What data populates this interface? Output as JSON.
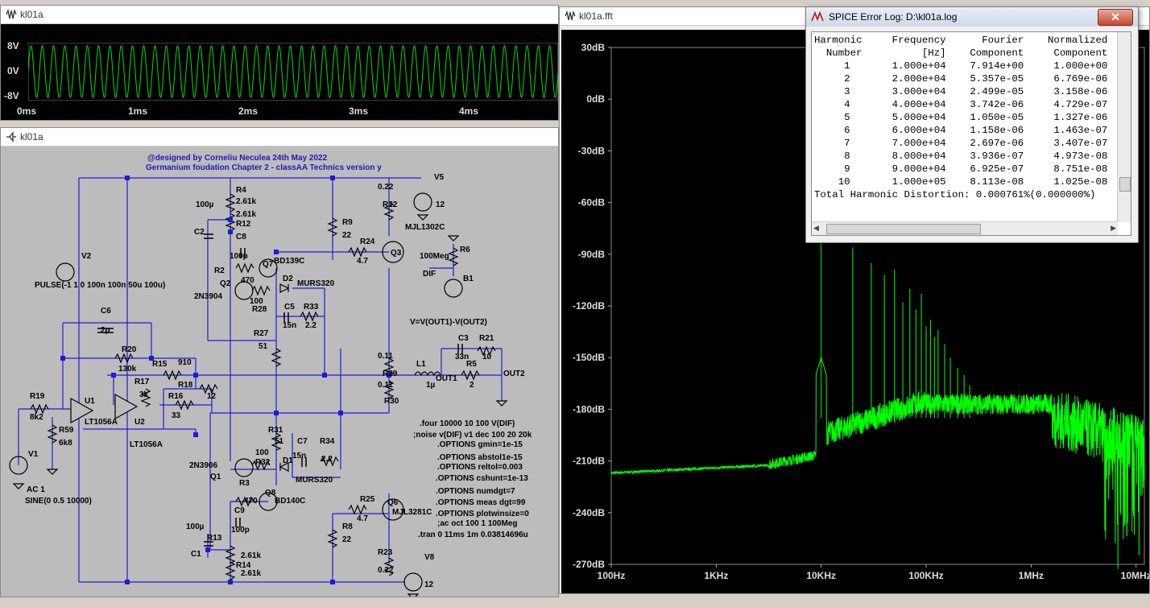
{
  "windows": {
    "wave": {
      "title": "kl01a"
    },
    "schematic": {
      "title": "kl01a"
    },
    "fft": {
      "title": "kl01a.fft"
    },
    "errlog": {
      "title": "SPICE Error Log: D:\\kl01a.log",
      "close": "✕"
    }
  },
  "wave": {
    "y_ticks": [
      "8V",
      "0V",
      "-8V"
    ],
    "x_ticks": [
      "0ms",
      "1ms",
      "2ms",
      "3ms",
      "4ms"
    ],
    "cycles": 47,
    "trace_color": "#00e000"
  },
  "fft": {
    "y_ticks": [
      "30dB",
      "0dB",
      "-30dB",
      "-60dB",
      "-90dB",
      "-120dB",
      "-150dB",
      "-180dB",
      "-210dB",
      "-240dB",
      "-270dB"
    ],
    "x_ticks": [
      "100Hz",
      "1KHz",
      "10KHz",
      "100KHz",
      "1MHz",
      "10MHz"
    ],
    "trace_color": "#00ff00"
  },
  "log": {
    "header1": [
      "Harmonic",
      "Frequency",
      "Fourier",
      "Normalized"
    ],
    "header2": [
      "Number",
      "[Hz]",
      "Component",
      "Component"
    ],
    "rows": [
      [
        "1",
        "1.000e+04",
        "7.914e+00",
        "1.000e+00"
      ],
      [
        "2",
        "2.000e+04",
        "5.357e-05",
        "6.769e-06"
      ],
      [
        "3",
        "3.000e+04",
        "2.499e-05",
        "3.158e-06"
      ],
      [
        "4",
        "4.000e+04",
        "3.742e-06",
        "4.729e-07"
      ],
      [
        "5",
        "5.000e+04",
        "1.050e-05",
        "1.327e-06"
      ],
      [
        "6",
        "6.000e+04",
        "1.158e-06",
        "1.463e-07"
      ],
      [
        "7",
        "7.000e+04",
        "2.697e-06",
        "3.407e-07"
      ],
      [
        "8",
        "8.000e+04",
        "3.936e-07",
        "4.973e-08"
      ],
      [
        "9",
        "9.000e+04",
        "6.925e-07",
        "8.751e-08"
      ],
      [
        "10",
        "1.000e+05",
        "8.113e-08",
        "1.025e-08"
      ]
    ],
    "thd": "Total Harmonic Distortion: 0.000761%(0.000000%)"
  },
  "schematic": {
    "credit1": "@designed by Corneliu Neculea 24th May 2022",
    "credit2": "Germanium foudation Chapter 2 - classAA Technics version y",
    "directives": [
      ".four 10000 10 100 V(DIF)",
      ";noise v(DIF) v1 dec 100 20 20k",
      ".OPTIONS gmin=1e-15",
      ".OPTIONS abstol1e-15",
      ".OPTIONS reltol=0.003",
      ".OPTIONS cshunt=1e-13",
      ".OPTIONS numdgt=7",
      ".OPTIONS meas dgt=99",
      ".OPTIONS plotwinsize=0",
      ";ac oct 100 1 100Meg",
      ".tran 0 11ms 1m 0.03814696u"
    ],
    "v2_spec": "PULSE(-1 1 0 100n 100n 50u 100u)",
    "v1_spec": "SINE(0 0.5 10000)",
    "v1_ac": "AC 1",
    "bexpr": "V=V(OUT1)-V(OUT2)",
    "labels": {
      "V2": "V2",
      "V1": "V1",
      "V5": "V5",
      "V8": "V8",
      "V5val": "12",
      "V8val": "12",
      "R4": "R4",
      "R4v": "2.61k",
      "R12": "R12",
      "R12v": "2.61k",
      "C8": "C8",
      "C8v": "100p",
      "C2": "C2",
      "C2v": "100µ",
      "R2": "R2",
      "R2v": "470",
      "Q7": "Q7",
      "Q7m": "BD139C",
      "Q2": "Q2",
      "Q2m": "2N3904",
      "R28": "R28",
      "R28v": "100",
      "D2": "D2",
      "D2m": "MURS320",
      "C5": "C5",
      "C5v": "15n",
      "R33": "R33",
      "R33v": "2.2",
      "R27": "R27",
      "R27v": "51",
      "R9": "R9",
      "R9v": "22",
      "R24": "R24",
      "R24v": "4.7",
      "Q3": "Q3",
      "Q3m": "MJL1302C",
      "R22": "R22",
      "R22v": "0.22",
      "R6": "R6",
      "R6v": "100Meg",
      "DIF": "DIF",
      "B1": "B1",
      "C3": "C3",
      "C3v": "33n",
      "R21": "R21",
      "R21v": "10",
      "L1": "L1",
      "L1v": "1µ",
      "R5": "R5",
      "R5v": "2",
      "OUT1": "OUT1",
      "OUT2": "OUT2",
      "R29": "R29",
      "R29v": "0.11",
      "R30": "R30",
      "R30v": "0.11",
      "C6": "C6",
      "C6v": "2p",
      "R20": "R20",
      "R20v": "130k",
      "R15": "R15",
      "R15v": "910",
      "R17": "R17",
      "R17v": "3k",
      "R18": "R18",
      "R18v": "12",
      "R16": "R16",
      "R16v": "33",
      "R19": "R19",
      "R19v": "8k2",
      "U1": "U1",
      "U1m": "LT1056A",
      "U2": "U2",
      "U2m": "LT1056A",
      "R59": "R59",
      "R59v": "6k8",
      "R31": "R31",
      "R31v": "51",
      "C7": "C7",
      "C7v": "15n",
      "R34": "R34",
      "R34v": "2.2",
      "R32": "R32",
      "R32v": "100",
      "D1": "D1",
      "D1m": "MURS320",
      "Q1": "Q1",
      "Q1m": "2N3906",
      "R3": "R3",
      "R3v": "470",
      "Q8": "Q8",
      "Q8m": "BD140C",
      "C9": "C9",
      "C9v": "100p",
      "R25": "R25",
      "R25v": "4.7",
      "Q6": "Q6",
      "Q6m": "MJL3281C",
      "R8": "R8",
      "R8v": "22",
      "R23": "R23",
      "R23v": "0.22",
      "R13": "R13",
      "R13v": "2.61k",
      "R14": "R14",
      "R14v": "2.61k",
      "C1": "C1",
      "C1v": "100µ"
    }
  }
}
